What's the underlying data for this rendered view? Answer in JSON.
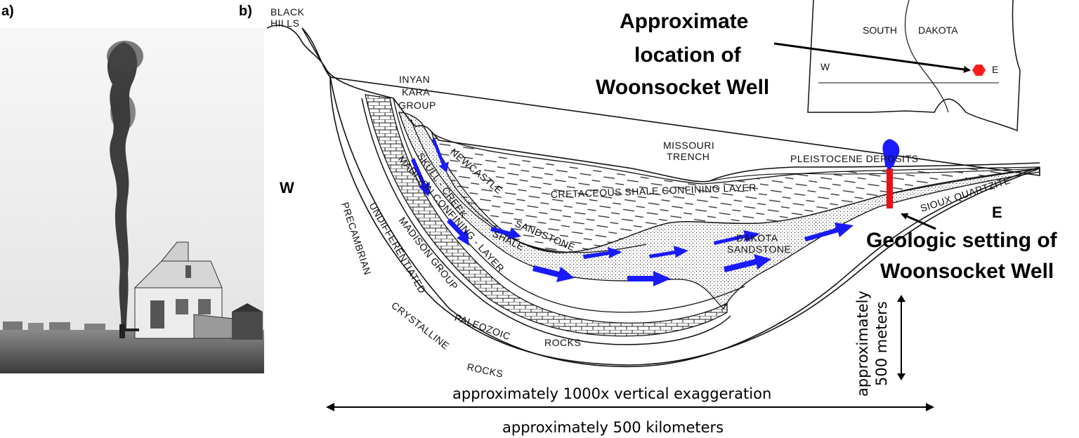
{
  "panels": {
    "a": "a)",
    "b": "b)"
  },
  "cross_section": {
    "west": "W",
    "east": "E",
    "labels": {
      "black_hills": [
        "BLACK",
        "HILLS"
      ],
      "inyan_kara": [
        "INYAN",
        "KARA",
        "GROUP"
      ],
      "missouri_trench": [
        "MISSOURI",
        "TRENCH"
      ],
      "pleistocene": "PLEISTOCENE DEPOSITS",
      "cretaceous": "CRETACEOUS SHALE CONFINING LAYER",
      "sioux": "SIOUX  QUARTZITE",
      "newcastle": "NEWCASTLE",
      "newcastle_sandstone": "SANDSTONE",
      "skull_creek": "SKULL - CREEK",
      "shale": "SHALE",
      "madison_confining": "MADISON  CONFINING - LAYER",
      "madison_group": "MADISON GROUP",
      "undifferentiated": "UNDIFFERENTIATED",
      "paleozoic": "PALEOZOIC",
      "rocks": "ROCKS",
      "precambrian": "PRECAMBRIAN",
      "crystalline": "CRYSTALLINE",
      "rocks2": "ROCKS",
      "dakota": [
        "DAKOTA",
        "SANDSTONE"
      ]
    }
  },
  "callouts": {
    "location": [
      "Approximate",
      "location of",
      "Woonsocket Well"
    ],
    "setting": [
      "Geologic setting of",
      "Woonsocket Well"
    ]
  },
  "map": {
    "south": "SOUTH",
    "dakota": "DAKOTA",
    "w": "W",
    "e": "E"
  },
  "scale": {
    "exaggeration": "approximately 1000x vertical exaggeration",
    "horizontal": "approximately 500 kilometers",
    "vertical": [
      "approximately",
      "500 meters"
    ]
  },
  "colors": {
    "flow_arrow": "#1a1aff",
    "well": "#e8101a",
    "well_top": "#1a1aff",
    "map_marker": "#ff1a1a"
  },
  "icons": {
    "well_marker": "red-hexagon-icon",
    "flow": "blue-flow-arrow-icon"
  }
}
